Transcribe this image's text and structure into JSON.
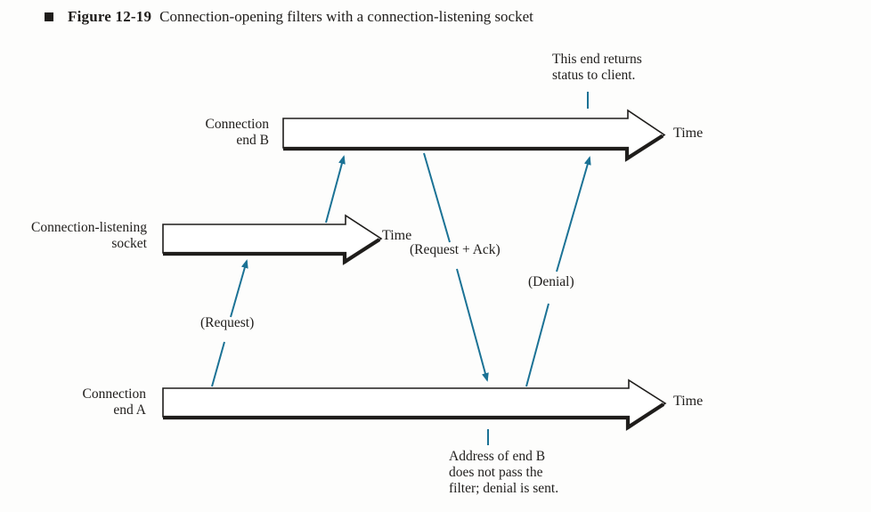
{
  "colors": {
    "paper": "#fdfdfc",
    "ink": "#1f1d1b",
    "accent_teal": "#1b7295",
    "arrow_fill": "#ffffff"
  },
  "icons": {
    "bullet": "square-bullet"
  },
  "figure": {
    "label": "Figure 12-19",
    "caption": "Connection-opening filters with a connection-listening socket"
  },
  "timelines": [
    {
      "id": "connection-end-b",
      "label_line1": "Connection",
      "label_line2": "end B",
      "time_label": "Time"
    },
    {
      "id": "connection-listening-socket",
      "label_line1": "Connection-listening",
      "label_line2": "socket",
      "time_label": "Time"
    },
    {
      "id": "connection-end-a",
      "label_line1": "Connection",
      "label_line2": "end A",
      "time_label": "Time"
    }
  ],
  "messages": [
    {
      "id": "request",
      "label": "(Request)"
    },
    {
      "id": "request-ack",
      "label": "(Request + Ack)"
    },
    {
      "id": "denial",
      "label": "(Denial)"
    }
  ],
  "annotations": [
    {
      "id": "status-note",
      "line1": "This end returns",
      "line2": "status to client."
    },
    {
      "id": "denial-note",
      "line1": "Address of end B",
      "line2": "does not pass the",
      "line3": "filter; denial is sent."
    }
  ]
}
